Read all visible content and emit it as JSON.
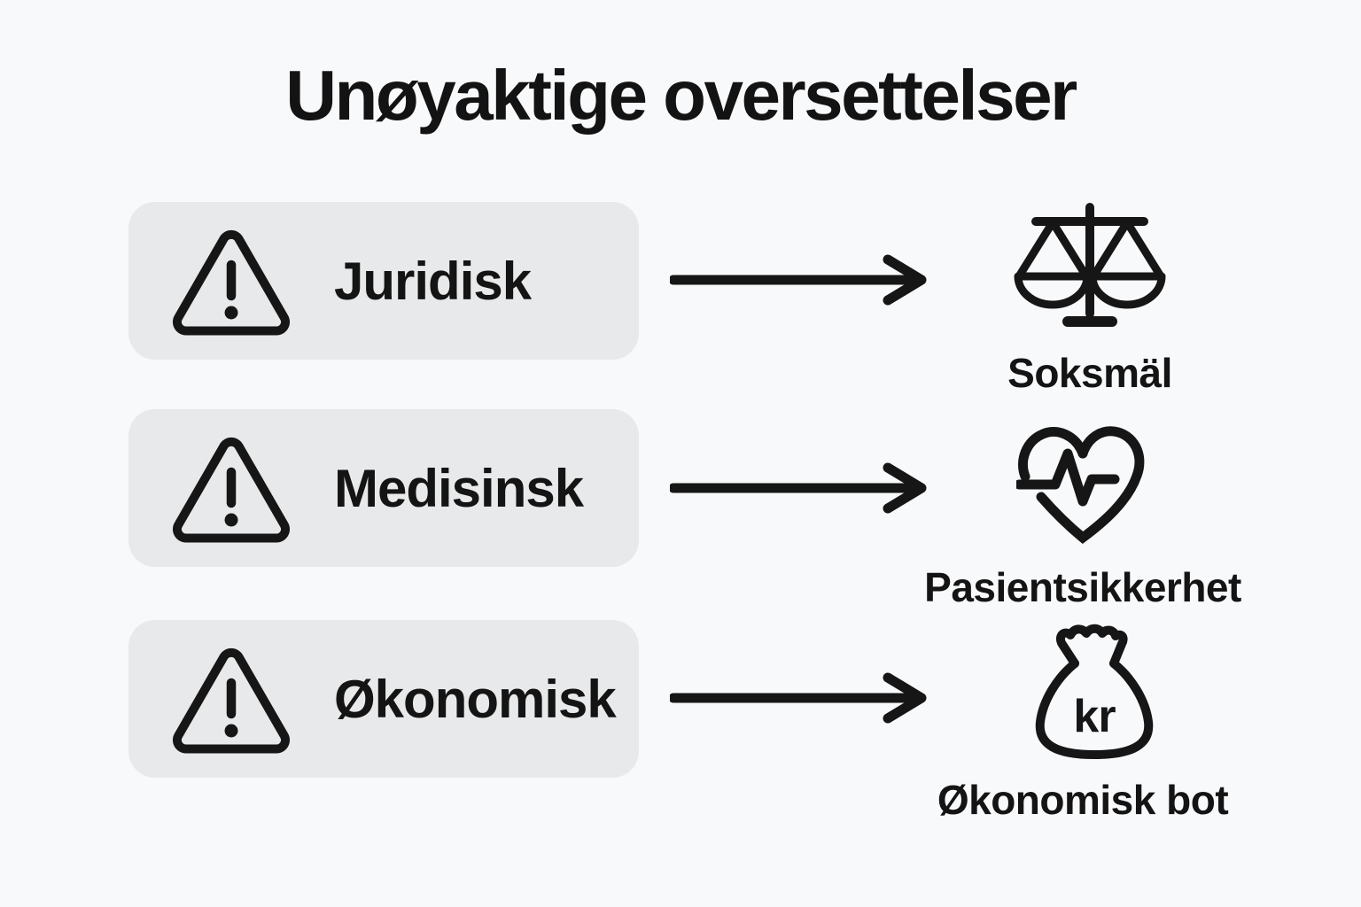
{
  "title": "Unøyaktige oversettelser",
  "rows": [
    {
      "source_label": "Juridisk",
      "source_icon": "warning-triangle-icon",
      "target_icon": "scales-icon",
      "target_label": "Soksmäl"
    },
    {
      "source_label": "Medisinsk",
      "source_icon": "warning-triangle-icon",
      "target_icon": "heart-pulse-icon",
      "target_label": "Pasientsikkerhet"
    },
    {
      "source_label": "Økonomisk",
      "source_icon": "warning-triangle-icon",
      "target_icon": "money-bag-icon",
      "target_label": "Økonomisk bot"
    }
  ],
  "money_bag": {
    "currency_label": "kr"
  },
  "colors": {
    "background": "#f8f9fb",
    "card_background": "#e8e9ea",
    "ink": "#161616"
  }
}
